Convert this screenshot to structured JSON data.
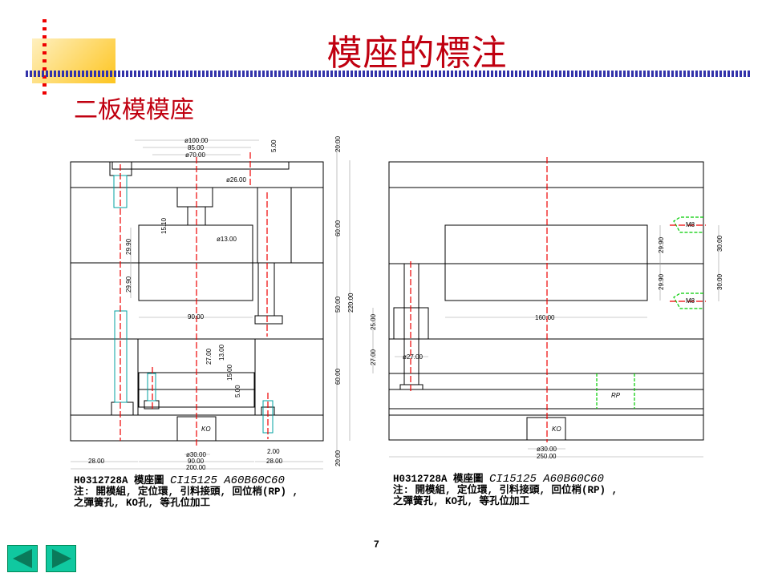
{
  "slide": {
    "title": "模座的標注",
    "subtitle": "二板模模座",
    "page_number": "7",
    "colors": {
      "title": "#c00010",
      "rule": "#3333aa",
      "accent_box": "#fdc520",
      "nav": "#10c8a0",
      "centerline": "#e00000",
      "hidden_green": "#00cc00"
    }
  },
  "left_drawing": {
    "dims": {
      "d100": "ø100.00",
      "d85": "85.00",
      "d70": "ø70.00",
      "d5": "5.00",
      "d20top": "20.00",
      "d26": "ø26.00",
      "d15_10": "15.10",
      "d13": "ø13.00",
      "d29_90a": "29.90",
      "d29_90b": "29.90",
      "d60a": "60.00",
      "d50": "50.00",
      "d220": "220.00",
      "d90mid": "90.00",
      "d27": "27.00",
      "d13_00": "13.00",
      "d15": "15.00",
      "d5b": "5.00",
      "d60b": "60.00",
      "d30": "ø30.00",
      "d90bot": "90.00",
      "d200": "200.00",
      "d28l": "28.00",
      "d28r": "28.00",
      "d2": "2.00",
      "d20bot": "20.00",
      "ko": "KO"
    },
    "note_line1_code": "H0312728A  模座圖",
    "note_line1_model": "CI15125 A60B60C60",
    "note_line2": "注: 開模組, 定位環, 引料接頭, 回位梢(RP) ,",
    "note_line3": "之彈簧孔, KO孔, 等孔位加工"
  },
  "right_drawing": {
    "dims": {
      "d29_90a": "29.90",
      "d29_90b": "29.90",
      "d30a": "30.00",
      "d30b": "30.00",
      "d160": "160.00",
      "d25": "25.00",
      "d27": "27.00",
      "d27dia": "ø27.00",
      "d30dia": "ø30.00",
      "d250": "250.00",
      "rp": "RP",
      "ko": "KO",
      "m8a": "M8",
      "m8b": "M8"
    },
    "note_line1_code": "H0312728A  模座圖",
    "note_line1_model": "CI15125 A60B60C60",
    "note_line2": "注: 開模組, 定位環, 引料接頭, 回位梢(RP) ,",
    "note_line3": "之彈簧孔, KO孔, 等孔位加工"
  },
  "nav": {
    "prev_icon": "triangle-left-icon",
    "next_icon": "triangle-right-icon"
  }
}
